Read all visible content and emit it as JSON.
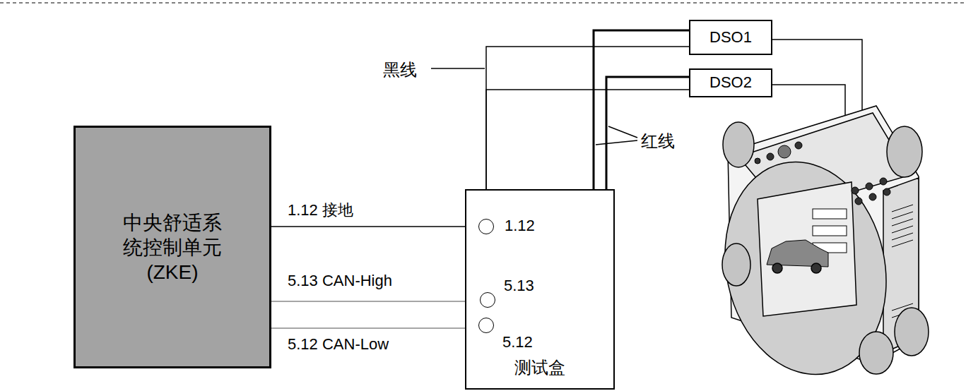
{
  "diagram": {
    "nodes": [
      {
        "text": [
          "DSO1"
        ]
      },
      {
        "text": [
          "DSO2"
        ]
      },
      {
        "text": [
          "中央舒适系 统控制单元 (ZKE)"
        ]
      },
      {
        "text": [
          "测试盒"
        ]
      },
      {
        "text": [
          "1.12"
        ],
        "in": 3
      },
      {
        "text": [
          "5.13"
        ],
        "in": 3
      },
      {
        "text": [
          "5.12"
        ],
        "in": 3
      }
    ],
    "edges": [
      {
        "from": 2,
        "to": 3,
        "label": "1.12 接地",
        "arrow": "none"
      },
      {
        "from": 2,
        "to": 3,
        "label": "5.13 CAN-High",
        "arrow": "none"
      },
      {
        "from": 2,
        "to": 3,
        "label": "5.12 CAN-Low",
        "arrow": "none"
      },
      {
        "from": 0,
        "to": 4,
        "arrow": "to"
      },
      {
        "from": 1,
        "to": 4,
        "arrow": "to"
      },
      {
        "from": 0,
        "to": 5,
        "arrow": "to"
      },
      {
        "from": 1,
        "to": 6,
        "arrow": "to"
      }
    ],
    "labels": [
      "黑线",
      "红线"
    ]
  }
}
